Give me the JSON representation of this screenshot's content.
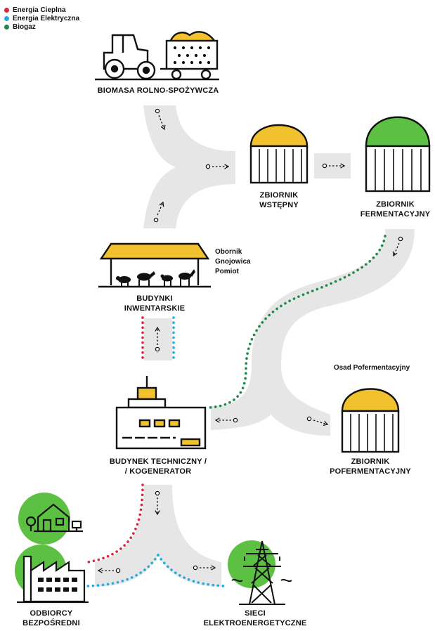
{
  "legend": {
    "items": [
      {
        "label": "Energia Cieplna",
        "color": "#d7263d"
      },
      {
        "label": "Energia Elektryczna",
        "color": "#27a9e1"
      },
      {
        "label": "Biogaz",
        "color": "#1b8a4a"
      }
    ]
  },
  "colors": {
    "flow": "#e6e6e6",
    "yellow": "#f2c12e",
    "green": "#5cc043",
    "line": "#111111"
  },
  "nodes": {
    "biomass": {
      "label": "BIOMASA ROLNO-SPOŻYWCZA"
    },
    "pre_tank": {
      "label_1": "ZBIORNIK",
      "label_2": "WSTĘPNY"
    },
    "ferm_tank": {
      "label_1": "ZBIORNIK",
      "label_2": "FERMENTACYJNY"
    },
    "livestock": {
      "label_1": "BUDYNKI",
      "label_2": "INWENTARSKIE"
    },
    "livestock_inputs": [
      "Obornik",
      "Gnojowica",
      "Pomiot"
    ],
    "post_tank": {
      "label_1": "ZBIORNIK",
      "label_2": "POFERMENTACYJNY",
      "caption": "Osad Pofermentacyjny"
    },
    "tech_building": {
      "label_1": "BUDYNEK TECHNICZNY /",
      "label_2": "/ KOGENERATOR"
    },
    "consumers": {
      "label_1": "ODBIORCY",
      "label_2": "BEZPOŚREDNI"
    },
    "grid": {
      "label_1": "SIECI",
      "label_2": "ELEKTROENERGETYCZNE"
    }
  }
}
